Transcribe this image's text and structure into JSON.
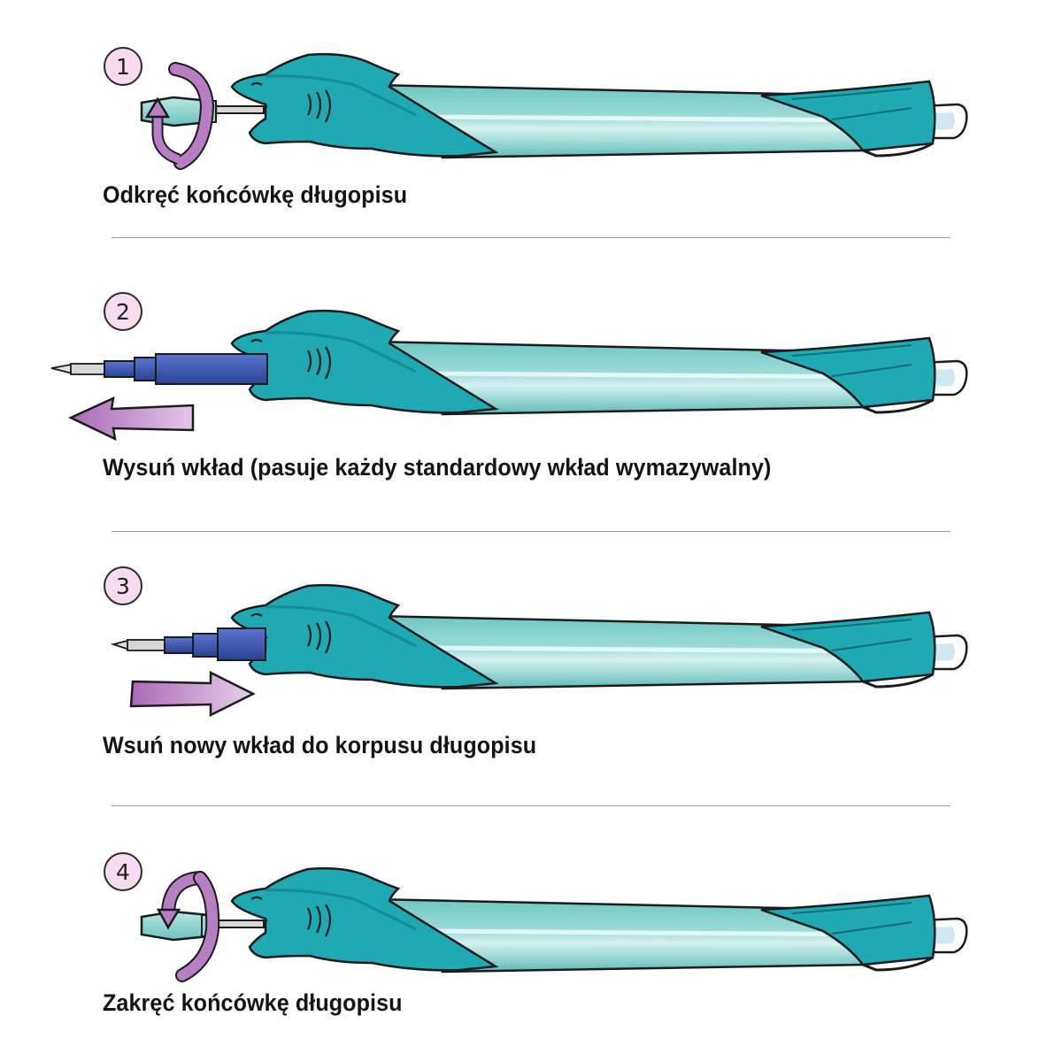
{
  "steps": [
    {
      "number": "1",
      "caption": "Odkręć końcówkę długopisu"
    },
    {
      "number": "2",
      "caption": "Wysuń wkład (pasuje każdy standardowy wkład wymazywalny)"
    },
    {
      "number": "3",
      "caption": "Wsuń nowy wkład do korpusu długopisu"
    },
    {
      "number": "4",
      "caption": "Zakręć końcówkę długopisu"
    }
  ],
  "colors": {
    "shark": "#1fa9b3",
    "shark_dark": "#13868f",
    "barrel": "#79cdcb",
    "outline": "#1b1b1b",
    "refill": "#3a55b0",
    "arrow": "#b77ec4",
    "badge_fill": "#f7dcef",
    "cap": "#8fd2cf"
  },
  "icons": [
    "unscrew-arrow-icon",
    "pull-out-arrow-icon",
    "push-in-arrow-icon",
    "screw-arrow-icon"
  ]
}
